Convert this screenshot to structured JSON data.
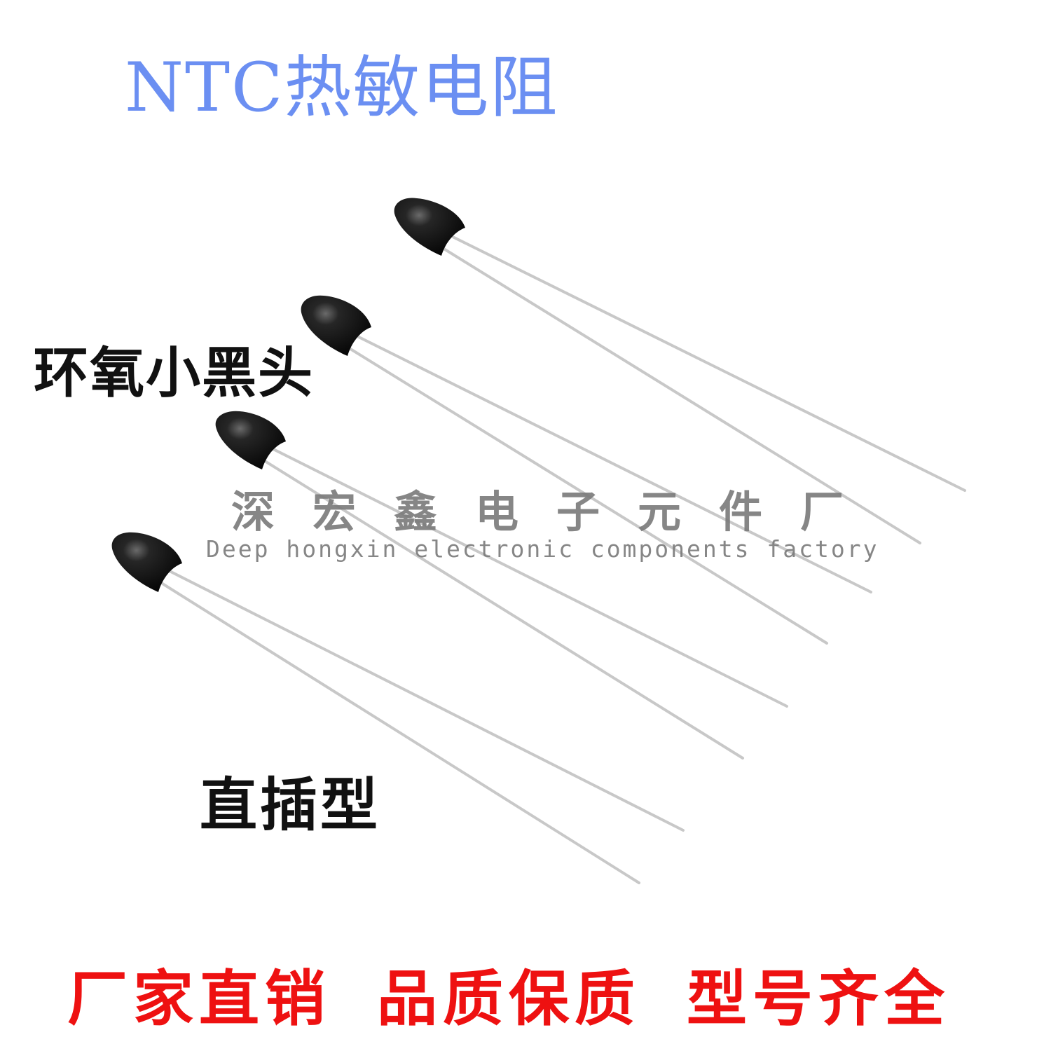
{
  "title": {
    "text": "NTC热敏电阻",
    "color": "#6b8ff2"
  },
  "labels": {
    "epoxy": "环氧小黑头",
    "dip": "直插型"
  },
  "watermark": {
    "chinese": "深宏鑫电子元件厂",
    "english": "Deep hongxin electronic components factory",
    "color": "#7a7a7a"
  },
  "slogan": {
    "items": [
      "厂家直销",
      "品质保质",
      "型号齐全"
    ],
    "color": "#ee1111"
  },
  "product": {
    "name": "NTC thermistor",
    "count": 4,
    "body_color": "#0b0b0b",
    "lead_color": "#c8c8c8"
  }
}
